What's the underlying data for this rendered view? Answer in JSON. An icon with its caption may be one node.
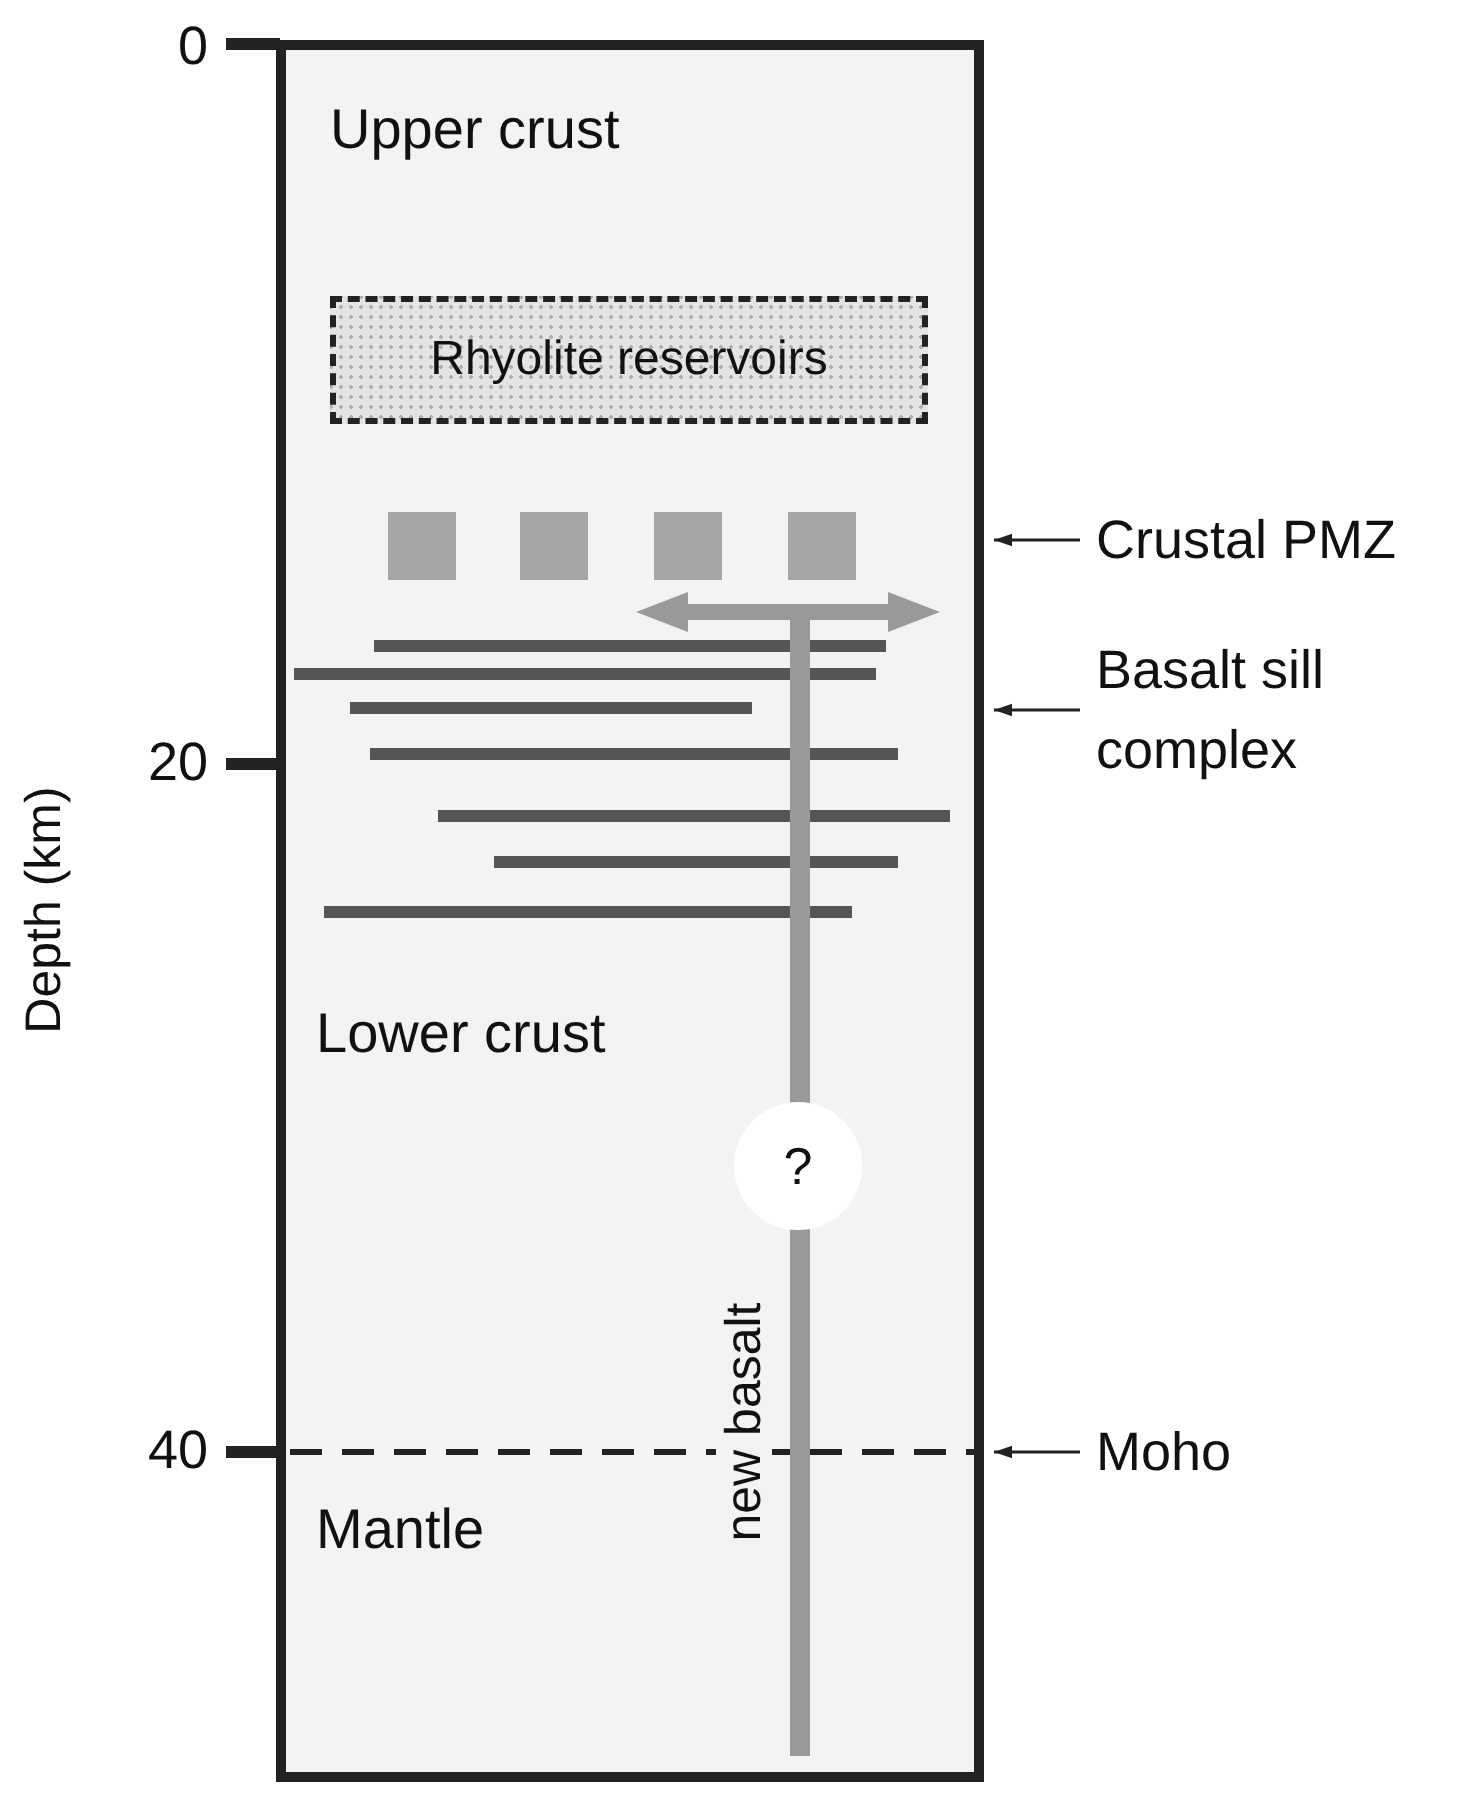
{
  "diagram": {
    "nodes": [
      {
        "text": [
          "Rhyolite reservoirs"
        ]
      },
      {
        "text": [],
        "shape": "box"
      },
      {
        "text": [],
        "shape": "box"
      },
      {
        "text": [],
        "shape": "box"
      },
      {
        "text": [],
        "shape": "box"
      },
      {
        "text": [
          "?"
        ]
      },
      {
        "text": [
          "Crustal PMZ"
        ]
      },
      {
        "text": [
          "Basalt sill complex"
        ]
      },
      {
        "text": [
          "Moho"
        ]
      }
    ],
    "edges": [
      {
        "from": 6,
        "to": null,
        "arrow": "to"
      },
      {
        "from": 7,
        "to": null,
        "arrow": "to"
      },
      {
        "from": 8,
        "to": null,
        "arrow": "to"
      }
    ],
    "labels": [
      "0",
      "Upper crust",
      "20",
      "Depth (km)",
      "Lower crust",
      "new basalt",
      "40",
      "Mantle"
    ]
  }
}
